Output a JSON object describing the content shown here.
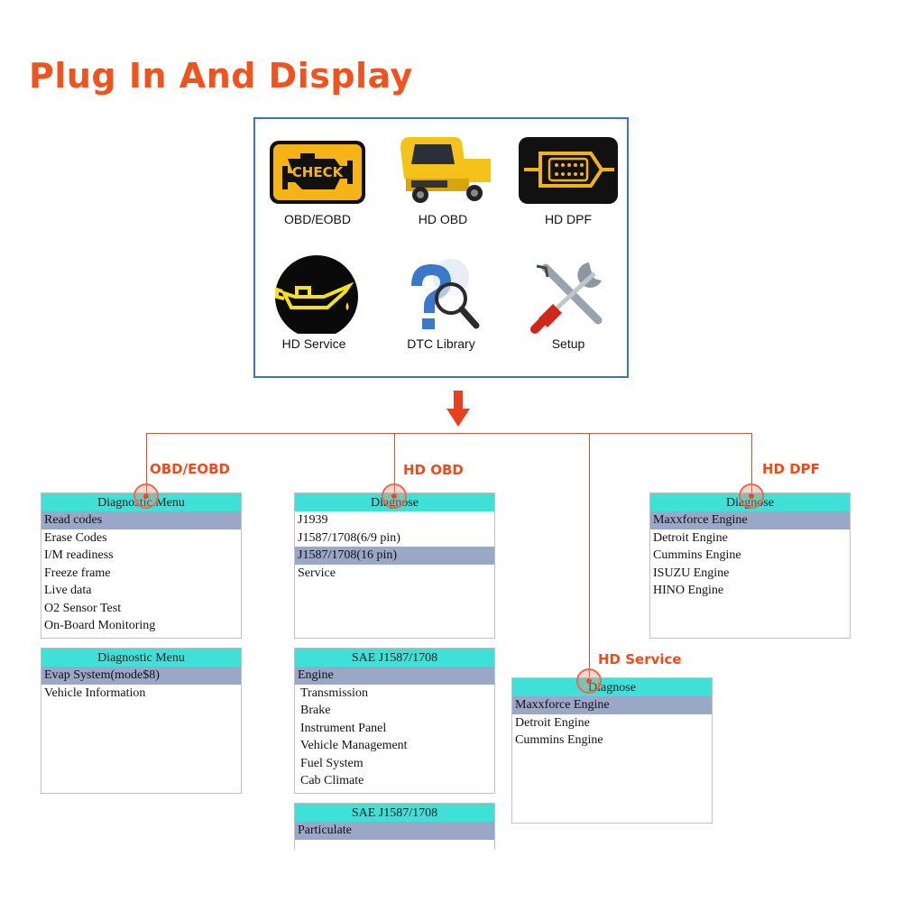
{
  "title": "Plug In And Display",
  "home": {
    "tiles": [
      {
        "label": "OBD/EOBD",
        "icon": "check-engine-icon",
        "icon_text": "CHECK"
      },
      {
        "label": "HD OBD",
        "icon": "truck-icon"
      },
      {
        "label": "HD DPF",
        "icon": "connector-icon"
      },
      {
        "label": "HD Service",
        "icon": "oil-can-icon"
      },
      {
        "label": "DTC Library",
        "icon": "question-magnifier-icon"
      },
      {
        "label": "Setup",
        "icon": "tools-icon"
      }
    ]
  },
  "categories": {
    "obd": "OBD/EOBD",
    "hdobd": "HD OBD",
    "hddpf": "HD DPF",
    "hdservice": "HD Service"
  },
  "menus": {
    "obd1": {
      "header": "Diagnostic Menu",
      "items": [
        "Read codes",
        "Erase Codes",
        "I/M readiness",
        "Freeze frame",
        "Live data",
        "O2 Sensor Test",
        "On-Board Monitoring"
      ]
    },
    "obd2": {
      "header": "Diagnostic Menu",
      "items": [
        "Evap System(mode$8)",
        "Vehicle Information"
      ]
    },
    "hdobd1": {
      "header": "Diagnose",
      "items": [
        "J1939",
        "J1587/1708(6/9 pin)",
        "J1587/1708(16 pin)",
        "Service"
      ]
    },
    "hdobd2": {
      "header": "SAE J1587/1708",
      "items": [
        "Engine",
        "Transmission",
        "Brake",
        "Instrument Panel",
        "Vehicle Management",
        "Fuel System",
        "Cab Climate"
      ]
    },
    "hdobd3": {
      "header": "SAE J1587/1708",
      "items": [
        "Particulate"
      ]
    },
    "hdservice": {
      "header": "Diagnose",
      "items": [
        "Maxxforce Engine",
        "Detroit Engine",
        "Cummins Engine"
      ]
    },
    "hddpf": {
      "header": "Diagnose",
      "items": [
        "Maxxforce Engine",
        "Detroit Engine",
        "Cummins Engine",
        "ISUZU Engine",
        "HINO Engine"
      ]
    }
  },
  "colors": {
    "accent": "#f0541e",
    "header": "#3ee0d8",
    "selected": "#9aa7c6",
    "frame": "#3b73c9"
  }
}
